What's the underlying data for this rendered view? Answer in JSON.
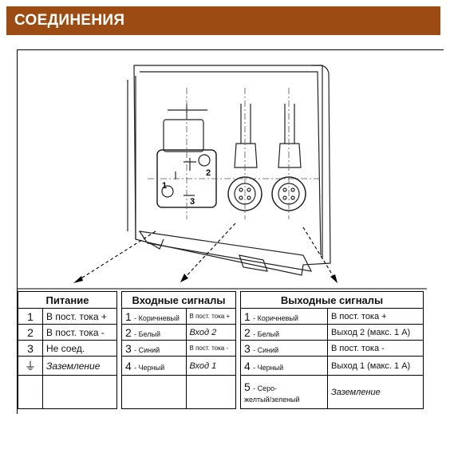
{
  "header": {
    "title": "СОЕДИНЕНИЯ"
  },
  "colors": {
    "header_bg": "#9c4c12",
    "header_text": "#ffffff"
  },
  "power": {
    "title": "Питание",
    "rows": [
      {
        "num": "1",
        "text": "В пост. тока +"
      },
      {
        "num": "2",
        "text": "В пост. тока -"
      },
      {
        "num": "3",
        "text": "Не соед."
      },
      {
        "num": "⏚",
        "text": "Заземление"
      }
    ]
  },
  "inputs": {
    "title": "Входные сигналы",
    "rows": [
      {
        "num": "1",
        "wire": "- Коричневый",
        "sig": "В пост. тока +"
      },
      {
        "num": "2",
        "wire": "- Белый",
        "sig": "Вход 2"
      },
      {
        "num": "3",
        "wire": "- Синий",
        "sig": "В пост. тока -"
      },
      {
        "num": "4",
        "wire": "- Черный",
        "sig": "Вход 1"
      }
    ]
  },
  "outputs": {
    "title": "Выходные сигналы",
    "rows": [
      {
        "num": "1",
        "wire": "- Коричневый",
        "sig": "В пост. тока +"
      },
      {
        "num": "2",
        "wire": "- Белый",
        "sig": "Выход 2 (макс. 1 А)"
      },
      {
        "num": "3",
        "wire": "- Синий",
        "sig": "В пост. тока -"
      },
      {
        "num": "4",
        "wire": "- Черный",
        "sig": "Выход 1 (макс. 1 А)"
      },
      {
        "num": "5",
        "wire": "- Серо-",
        "wire2": "желтый/зеленый",
        "sig": "Заземление"
      }
    ]
  },
  "drawing": {
    "connector_labels": [
      "1",
      "2",
      "3"
    ]
  }
}
